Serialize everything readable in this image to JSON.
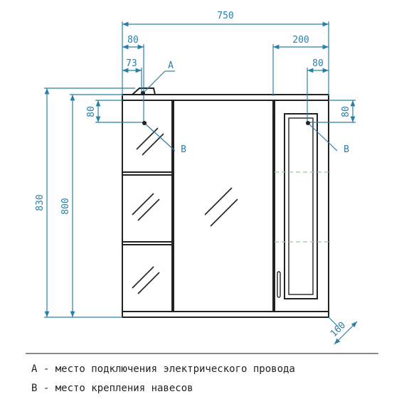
{
  "dimensions": {
    "total_width": "750",
    "left_offset_outer": "80",
    "left_offset_inner": "73",
    "right_section": "200",
    "right_offset": "80",
    "total_height": "830",
    "body_height": "800",
    "left_vert_offset": "80",
    "right_vert_offset": "80",
    "depth": "160"
  },
  "markers": {
    "a": "A",
    "b_left": "B",
    "b_right": "B"
  },
  "legend": {
    "line_a": "А - место подключения электрического провода",
    "line_b": "В - место крепления навесов"
  },
  "colors": {
    "dimension": "#2a7fa8",
    "outline": "#222222",
    "hidden": "#9bc79b"
  }
}
